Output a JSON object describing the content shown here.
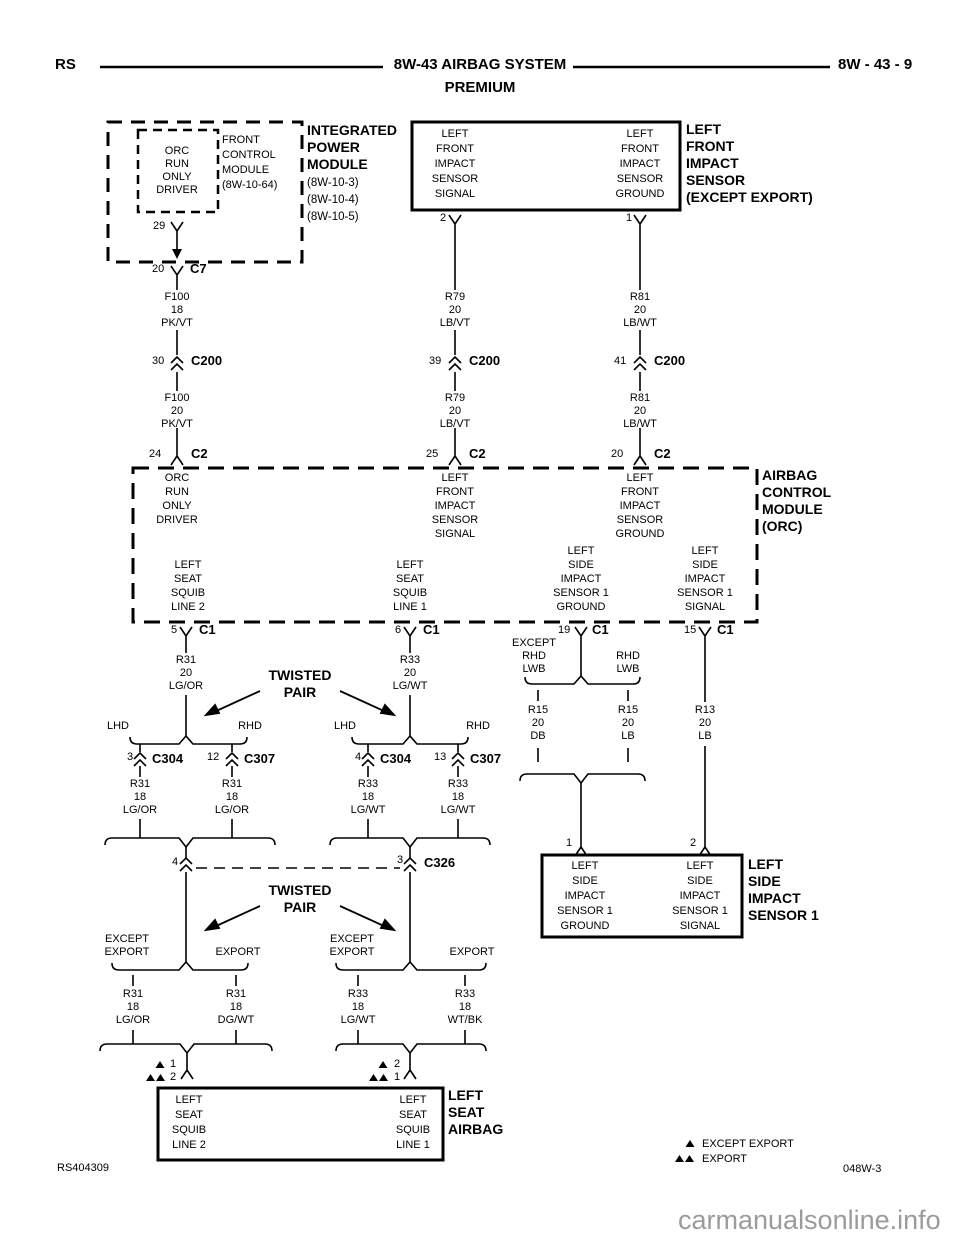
{
  "header": {
    "code": "RS",
    "title": "8W-43 AIRBAG SYSTEM",
    "premium": "PREMIUM",
    "page": "8W - 43 - 9"
  },
  "ipm": {
    "orc": "ORC\nRUN\nONLY\nDRIVER",
    "fcm": "FRONT\nCONTROL\nMODULE\n(8W-10-64)",
    "title": "INTEGRATED\nPOWER\nMODULE",
    "refs": "(8W-10-3)\n(8W-10-4)\n(8W-10-5)",
    "pin_out": "29"
  },
  "lfis": {
    "signal": "LEFT\nFRONT\nIMPACT\nSENSOR\nSIGNAL",
    "ground": "LEFT\nFRONT\nIMPACT\nSENSOR\nGROUND",
    "label": "LEFT\nFRONT\nIMPACT\nSENSOR\n(EXCEPT EXPORT)",
    "pin_signal": "2",
    "pin_ground": "1"
  },
  "connectors": {
    "c7": {
      "pin": "20",
      "name": "C7"
    },
    "c200_30": {
      "pin": "30",
      "name": "C200"
    },
    "c200_39": {
      "pin": "39",
      "name": "C200"
    },
    "c200_41": {
      "pin": "41",
      "name": "C200"
    },
    "c2_24": {
      "pin": "24",
      "name": "C2"
    },
    "c2_25": {
      "pin": "25",
      "name": "C2"
    },
    "c2_20": {
      "pin": "20",
      "name": "C2"
    },
    "c1_5": {
      "pin": "5",
      "name": "C1"
    },
    "c1_6": {
      "pin": "6",
      "name": "C1"
    },
    "c1_19": {
      "pin": "19",
      "name": "C1"
    },
    "c1_15": {
      "pin": "15",
      "name": "C1"
    },
    "c304_3": {
      "pin": "3",
      "name": "C304"
    },
    "c307_12": {
      "pin": "12",
      "name": "C307"
    },
    "c304_4": {
      "pin": "4",
      "name": "C304"
    },
    "c307_13": {
      "pin": "13",
      "name": "C307"
    },
    "c326_4": {
      "pin": "4"
    },
    "c326_3": {
      "pin": "3",
      "name": "C326"
    }
  },
  "wires": {
    "f100_18": "F100\n18\nPK/VT",
    "f100_20": "F100\n20\nPK/VT",
    "r79_a": "R79\n20\nLB/VT",
    "r79_b": "R79\n20\nLB/VT",
    "r81_a": "R81\n20\nLB/WT",
    "r81_b": "R81\n20\nLB/WT",
    "r31_20": "R31\n20\nLG/OR",
    "r33_20": "R33\n20\nLG/WT",
    "r31_18_lhd": "R31\n18\nLG/OR",
    "r31_18_rhd": "R31\n18\nLG/OR",
    "r33_18_lhd": "R33\n18\nLG/WT",
    "r33_18_rhd": "R33\n18\nLG/WT",
    "r31_18_exc": "R31\n18\nLG/OR",
    "r31_18_exp": "R31\n18\nDG/WT",
    "r33_18_exc": "R33\n18\nLG/WT",
    "r33_18_exp": "R33\n18\nWT/BK",
    "r15_db": "R15\n20\nDB",
    "r15_lb": "R15\n20\nLB",
    "r13_lb": "R13\n20\nLB"
  },
  "acm": {
    "orc": "ORC\nRUN\nONLY\nDRIVER",
    "lf_signal": "LEFT\nFRONT\nIMPACT\nSENSOR\nSIGNAL",
    "lf_ground": "LEFT\nFRONT\nIMPACT\nSENSOR\nGROUND",
    "ls_ground": "LEFT\nSIDE\nIMPACT\nSENSOR 1\nGROUND",
    "ls_signal": "LEFT\nSIDE\nIMPACT\nSENSOR 1\nSIGNAL",
    "seat2": "LEFT\nSEAT\nSQUIB\nLINE 2",
    "seat1": "LEFT\nSEAT\nSQUIB\nLINE 1",
    "label": "AIRBAG\nCONTROL\nMODULE\n(ORC)"
  },
  "branches": {
    "twisted1": "TWISTED\nPAIR",
    "twisted2": "TWISTED\nPAIR",
    "lhd1": "LHD",
    "rhd1": "RHD",
    "lhd2": "LHD",
    "rhd2": "RHD",
    "except_export_l": "EXCEPT\nEXPORT",
    "export_l": "EXPORT",
    "except_export_r": "EXCEPT\nEXPORT",
    "export_r": "EXPORT",
    "except_rhd_lwb": "EXCEPT\nRHD\nLWB",
    "rhd_lwb": "RHD\nLWB"
  },
  "seat_airbag": {
    "line2": "LEFT\nSEAT\nSQUIB\nLINE 2",
    "line1": "LEFT\nSEAT\nSQUIB\nLINE 1",
    "label": "LEFT\nSEAT\nAIRBAG",
    "pin_l_top": "1",
    "pin_l_bot": "2",
    "pin_r_top": "2",
    "pin_r_bot": "1"
  },
  "side_sensor": {
    "ground": "LEFT\nSIDE\nIMPACT\nSENSOR 1\nGROUND",
    "signal": "LEFT\nSIDE\nIMPACT\nSENSOR 1\nSIGNAL",
    "label": "LEFT\nSIDE\nIMPACT\nSENSOR 1",
    "pin1": "1",
    "pin2": "2"
  },
  "legend": {
    "except_export": "EXCEPT EXPORT",
    "export": "EXPORT"
  },
  "footer": {
    "doc_code": "RS404309",
    "sheet_code": "048W-3",
    "watermark": "carmanualsonline.info"
  }
}
